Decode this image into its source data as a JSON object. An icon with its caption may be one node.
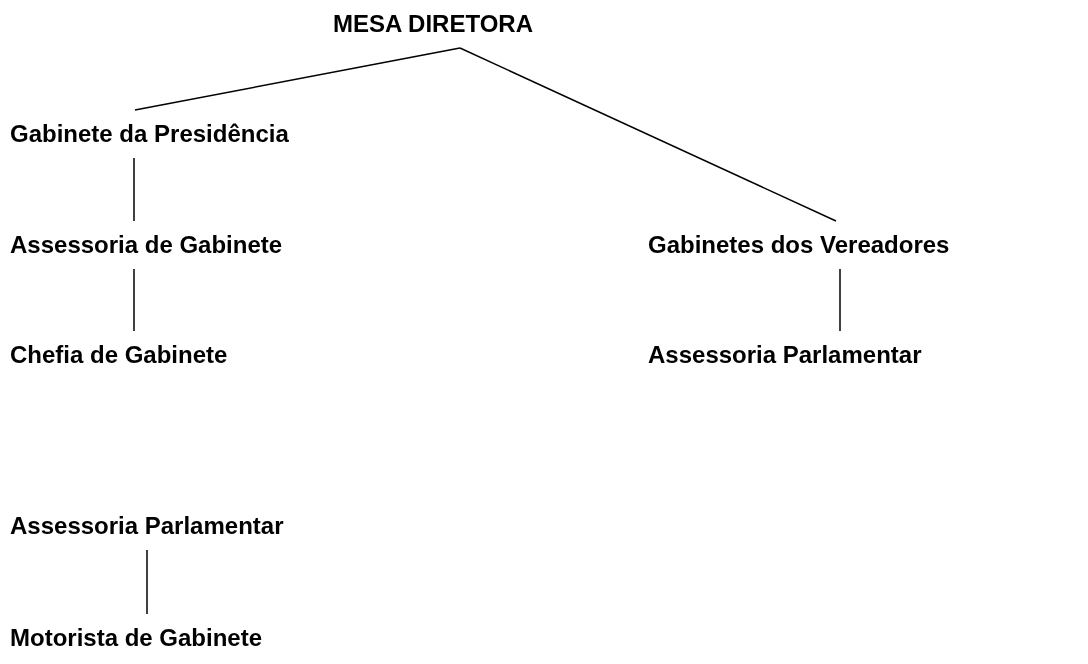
{
  "diagram": {
    "nodes": [
      {
        "text": [
          "MESA DIRETORA"
        ]
      },
      {
        "text": [
          "Gabinete da Presidência"
        ]
      },
      {
        "text": [
          "Assessoria de Gabinete"
        ]
      },
      {
        "text": [
          "Gabinetes dos Vereadores"
        ]
      },
      {
        "text": [
          "Chefia de Gabinete"
        ]
      },
      {
        "text": [
          "Assessoria Parlamentar"
        ]
      },
      {
        "text": [
          "Assessoria Parlamentar"
        ]
      },
      {
        "text": [
          "Motorista de Gabinete"
        ]
      }
    ],
    "edges": [
      {
        "from": 0,
        "to": 1,
        "arrow": "none"
      },
      {
        "from": 0,
        "to": 3,
        "arrow": "none"
      },
      {
        "from": 1,
        "to": 2,
        "arrow": "none"
      },
      {
        "from": 2,
        "to": 4,
        "arrow": "none"
      },
      {
        "from": 3,
        "to": 5,
        "arrow": "none"
      },
      {
        "from": 6,
        "to": 7,
        "arrow": "none"
      }
    ]
  }
}
